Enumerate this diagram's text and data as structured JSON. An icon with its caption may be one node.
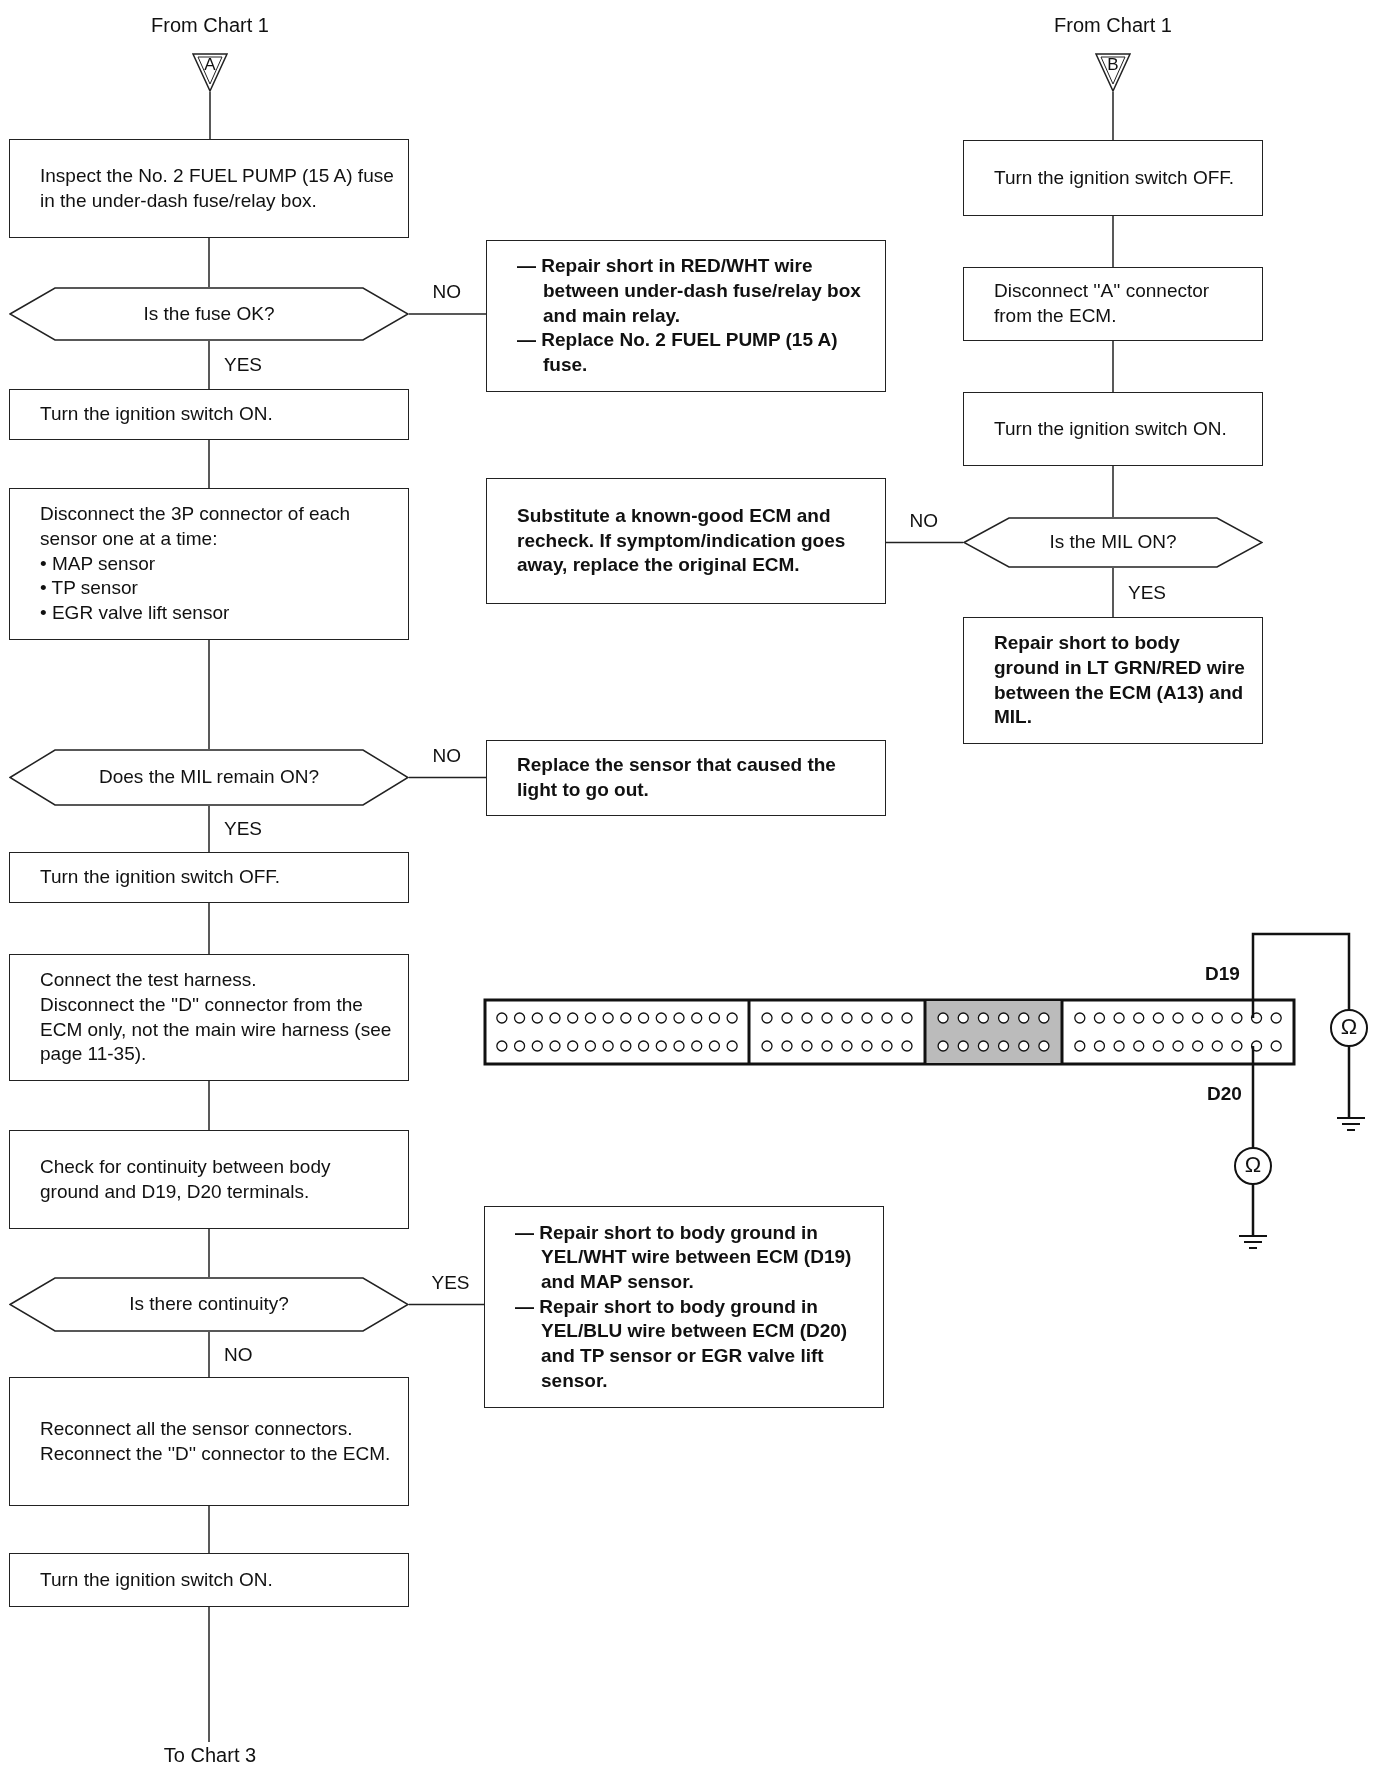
{
  "diagram": {
    "nodes": [
      {
        "text": [
          "From Chart 1",
          "A"
        ]
      },
      {
        "text": [
          "Inspect the No. 2 FUEL PUMP (15 A) fuse in the under-dash fuse/relay box."
        ]
      },
      {
        "text": [
          "Is the fuse OK?"
        ]
      },
      {
        "text": [
          "— Repair short in RED/WHT wire between under-dash fuse/relay box and main relay.",
          "— Replace No. 2 FUEL PUMP (15 A) fuse."
        ]
      },
      {
        "text": [
          "Turn the ignition switch ON."
        ]
      },
      {
        "text": [
          "Disconnect the 3P connector of each sensor one at a time:",
          "• MAP sensor",
          "• TP sensor",
          "• EGR valve lift sensor"
        ]
      },
      {
        "text": [
          "Does the MIL remain ON?"
        ]
      },
      {
        "text": [
          "Replace the sensor that caused the light to go out."
        ]
      },
      {
        "text": [
          "Turn the ignition switch OFF."
        ]
      },
      {
        "text": [
          "Connect the test harness.",
          "Disconnect the ''D'' connector from the ECM only, not the main wire harness (see page 11-35)."
        ]
      },
      {
        "text": [
          "Check for continuity between body ground and D19, D20 terminals."
        ]
      },
      {
        "text": [
          "Is there continuity?"
        ]
      },
      {
        "text": [
          "— Repair short to body ground in YEL/WHT wire between ECM (D19) and MAP sensor.",
          "— Repair short to body ground in YEL/BLU wire between ECM (D20) and TP sensor or EGR valve lift sensor."
        ]
      },
      {
        "text": [
          "Reconnect all the sensor connectors.",
          "Reconnect the ''D'' connector to the ECM."
        ]
      },
      {
        "text": [
          "Turn the ignition switch ON."
        ]
      },
      {
        "text": [
          "To Chart 3"
        ]
      },
      {
        "text": [
          "From Chart 1",
          "B"
        ]
      },
      {
        "text": [
          "Turn the ignition switch OFF."
        ]
      },
      {
        "text": [
          "Disconnect ''A'' connector from the ECM."
        ]
      },
      {
        "text": [
          "Turn the ignition switch ON."
        ]
      },
      {
        "text": [
          "Is the MIL ON?"
        ]
      },
      {
        "text": [
          "Substitute a known-good ECM and recheck. If symptom/indication goes away, replace the original ECM."
        ]
      },
      {
        "text": [
          "Repair short to body ground in LT GRN/RED wire between the ECM (A13) and MIL."
        ]
      }
    ],
    "edges": [
      {
        "from": 0,
        "to": 1,
        "arrow": "none"
      },
      {
        "from": 1,
        "to": 2,
        "arrow": "none"
      },
      {
        "from": 2,
        "to": 3,
        "arrow": "none",
        "label": "NO"
      },
      {
        "from": 2,
        "to": 4,
        "arrow": "none",
        "label": "YES"
      },
      {
        "from": 4,
        "to": 5,
        "arrow": "none"
      },
      {
        "from": 5,
        "to": 6,
        "arrow": "none"
      },
      {
        "from": 6,
        "to": 7,
        "arrow": "none",
        "label": "NO"
      },
      {
        "from": 6,
        "to": 8,
        "arrow": "none",
        "label": "YES"
      },
      {
        "from": 8,
        "to": 9,
        "arrow": "none"
      },
      {
        "from": 9,
        "to": 10,
        "arrow": "none"
      },
      {
        "from": 10,
        "to": 11,
        "arrow": "none"
      },
      {
        "from": 11,
        "to": 12,
        "arrow": "none",
        "label": "YES"
      },
      {
        "from": 11,
        "to": 13,
        "arrow": "none",
        "label": "NO"
      },
      {
        "from": 13,
        "to": 14,
        "arrow": "none"
      },
      {
        "from": 14,
        "to": 15,
        "arrow": "none"
      },
      {
        "from": 16,
        "to": 17,
        "arrow": "none"
      },
      {
        "from": 17,
        "to": 18,
        "arrow": "none"
      },
      {
        "from": 18,
        "to": 19,
        "arrow": "none"
      },
      {
        "from": 19,
        "to": 20,
        "arrow": "none"
      },
      {
        "from": 20,
        "to": 21,
        "arrow": "none",
        "label": "NO"
      },
      {
        "from": 20,
        "to": 22,
        "arrow": "none",
        "label": "YES"
      }
    ],
    "labels": [
      "D19",
      "Ω",
      "D20",
      "Ω"
    ]
  }
}
